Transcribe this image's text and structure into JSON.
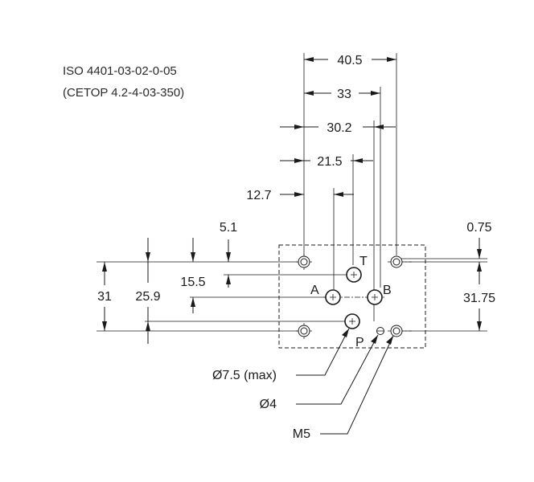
{
  "header": {
    "standard": "ISO 4401-03-02-0-05",
    "cetop": "(CETOP 4.2-4-03-350)"
  },
  "dimensions": {
    "d40_5": "40.5",
    "d33": "33",
    "d30_2": "30.2",
    "d21_5": "21.5",
    "d12_7": "12.7",
    "d5_1": "5.1",
    "d0_75": "0.75",
    "d15_5": "15.5",
    "d25_9": "25.9",
    "d31": "31",
    "d31_75": "31.75"
  },
  "ports": {
    "T": "T",
    "A": "A",
    "B": "B",
    "P": "P"
  },
  "callouts": {
    "port_diameter": "Ø7.5 (max)",
    "pin_diameter": "Ø4",
    "thread": "M5"
  }
}
